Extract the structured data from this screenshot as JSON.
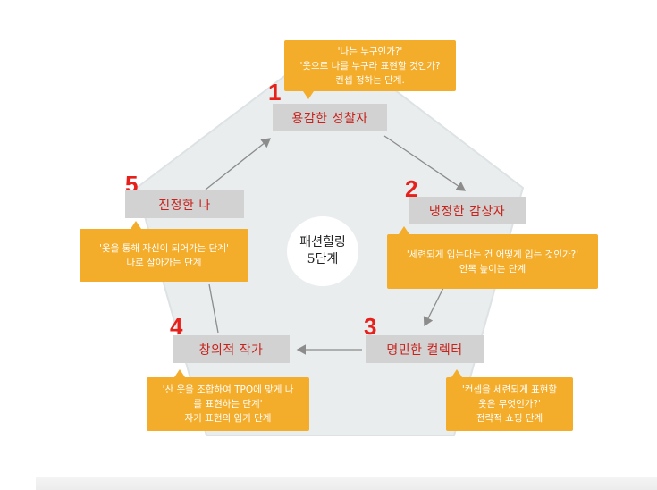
{
  "center_label": [
    "패션힐링",
    "5단계"
  ],
  "stages": [
    {
      "number": "1",
      "title": "용감한 성찰자",
      "desc": [
        "'나는 누구인가?'",
        "'옷으로 나를 누구라 표현할 것인가?",
        "컨셉 정하는 단계."
      ]
    },
    {
      "number": "2",
      "title": "냉정한 감상자",
      "desc": [
        "'세련되게 입는다는 건 어떻게 입는 것인가?'",
        "안목 높이는 단계"
      ]
    },
    {
      "number": "3",
      "title": "명민한 컬렉터",
      "desc": [
        "'컨셉을 세련되게 표현할",
        "옷은 무엇인가?'",
        "전략적 쇼핑 단계"
      ]
    },
    {
      "number": "4",
      "title": "창의적 작가",
      "desc": [
        "'산 옷을 조합하여 TPO에 맞게 나",
        "를 표현하는 단계'",
        "자기 표현의 입기 단계"
      ]
    },
    {
      "number": "5",
      "title": "진정한 나",
      "desc": [
        "'옷을 통해 자신이 되어가는 단계'",
        "나로 살아가는 단계"
      ]
    }
  ],
  "colors": {
    "pentagon": "#e9edee",
    "stage_box": "#d2d2d2",
    "stage_text": "#c7231c",
    "number": "#e8201b",
    "callout": "#f3ad2a",
    "arrow": "#8c8c8c"
  }
}
